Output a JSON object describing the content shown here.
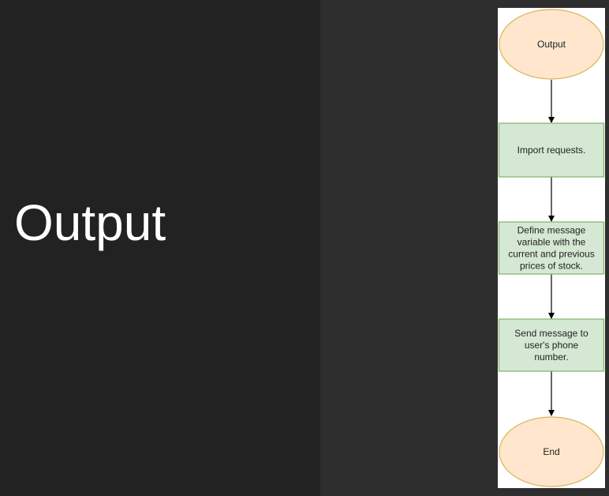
{
  "slide": {
    "title": "Output"
  },
  "flowchart": {
    "colors": {
      "terminal_fill": "#ffe6cc",
      "terminal_stroke": "#d6b656",
      "process_fill": "#d5e8d4",
      "process_stroke": "#82b366",
      "arrow": "#000000"
    },
    "nodes": [
      {
        "id": "output",
        "shape": "ellipse",
        "lines": [
          "Output"
        ]
      },
      {
        "id": "import",
        "shape": "rect",
        "lines": [
          "Import requests."
        ]
      },
      {
        "id": "define",
        "shape": "rect",
        "lines": [
          "Define message",
          "variable with the",
          "current and previous",
          "prices of stock."
        ]
      },
      {
        "id": "send",
        "shape": "rect",
        "lines": [
          "Send message to",
          "user's phone",
          "number."
        ]
      },
      {
        "id": "end",
        "shape": "ellipse",
        "lines": [
          "End"
        ]
      }
    ]
  }
}
